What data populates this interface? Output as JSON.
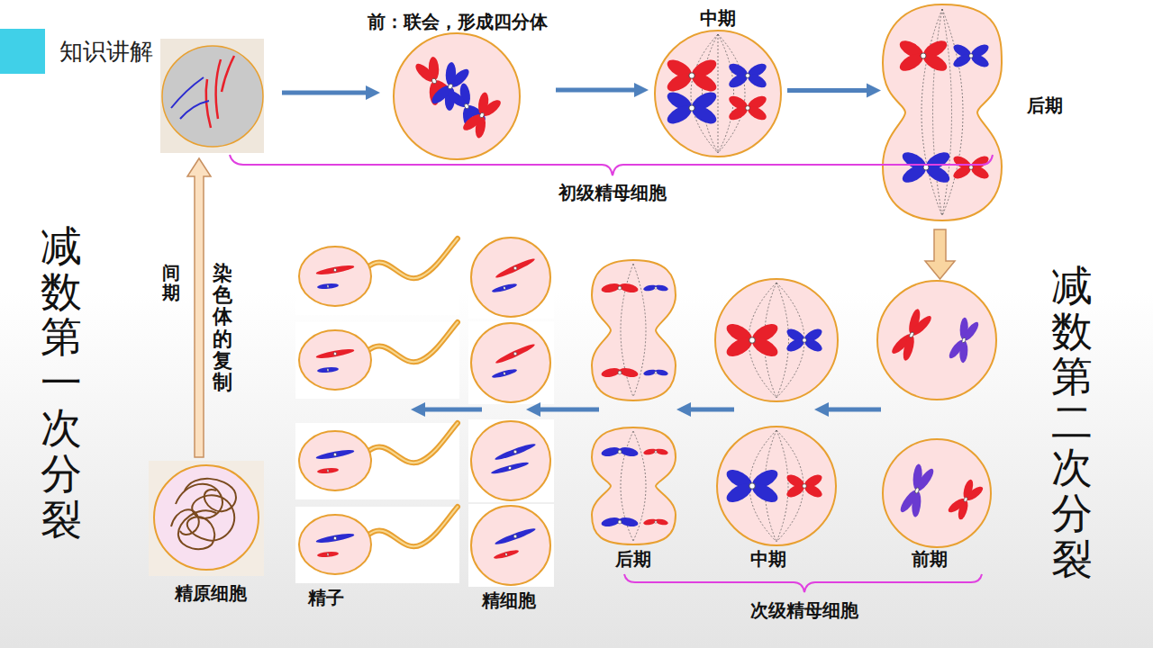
{
  "diagram": {
    "title": "知识讲解",
    "nodes": [
      {
        "text": [
          "前：联会，形成四分体"
        ]
      },
      {
        "text": [
          "中期"
        ]
      },
      {
        "text": [
          "后期"
        ]
      }
    ],
    "edges": [
      {
        "from": 0,
        "to": 1,
        "arrow": "to"
      },
      {
        "from": 1,
        "to": 2,
        "arrow": "to"
      }
    ],
    "labels": [
      "减数第一次分裂",
      "间期",
      "染色体的复制",
      "精原细胞",
      "初级精母细胞",
      "减数第二次分裂",
      "精子",
      "精细胞",
      "后期",
      "中期",
      "前期",
      "次级精母细胞"
    ]
  }
}
